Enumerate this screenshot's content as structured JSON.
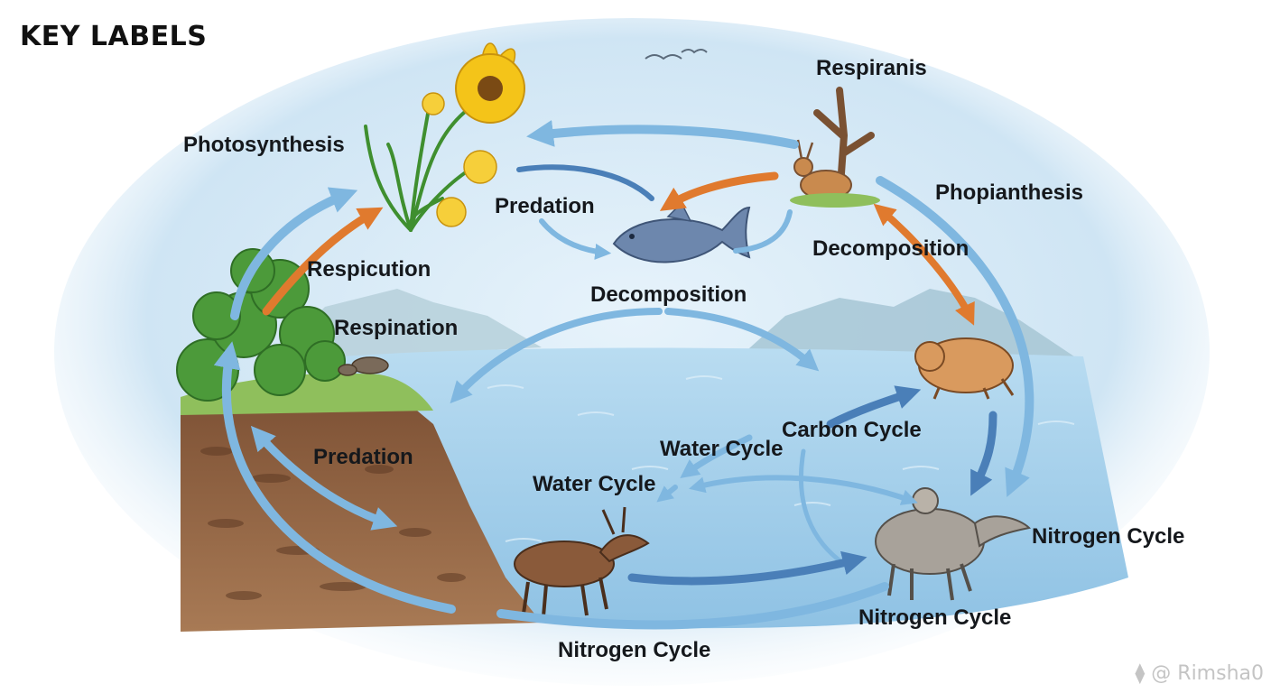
{
  "header": {
    "title": "KEY LABELS"
  },
  "labels": {
    "photosynthesis": "Photosynthesis",
    "predation_top": "Predation",
    "respiranis": "Respiranis",
    "phopianthesis": "Phopianthesis",
    "respicution": "Respicution",
    "decomposition_center": "Decomposition",
    "decomposition_right": "Decomposition",
    "respination": "Respination",
    "carbon_cycle": "Carbon Cycle",
    "water_cycle_1": "Water Cycle",
    "water_cycle_2": "Water Cycle",
    "predation_left": "Predation",
    "nitrogen_cycle_right": "Nitrogen Cycle",
    "nitrogen_cycle_bottom_right": "Nitrogen Cycle",
    "nitrogen_cycle_bottom": "Nitrogen Cycle"
  },
  "watermark": "⧫ @ Rimsha0",
  "colors": {
    "arrow_blue": "#7fb7e0",
    "arrow_dark_blue": "#4a7fb8",
    "arrow_orange": "#e07a2e",
    "water": "#a9d2ec",
    "soil": "#8a5a3a",
    "foliage": "#4c9a3a"
  }
}
